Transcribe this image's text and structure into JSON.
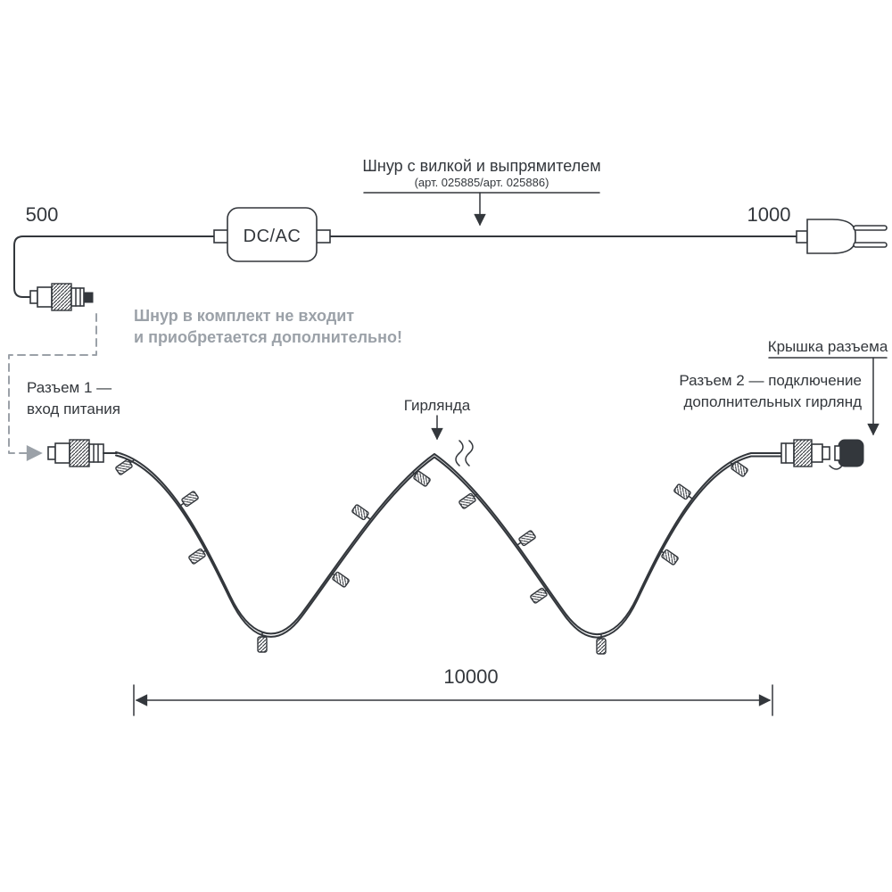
{
  "labels": {
    "title": "Шнур с вилкой и выпрямителем",
    "subtitle": "(арт. 025885/арт. 025886)",
    "dim_left": "500",
    "dim_right": "1000",
    "converter": "DC/AC",
    "note1": "Шнур в комплект не входит",
    "note2": "и приобретается дополнительно!",
    "conn1_l1": "Разъем 1 —",
    "conn1_l2": "вход питания",
    "garland": "Гирлянда",
    "conn2_l1": "Разъем 2 — подключение",
    "conn2_l2": "дополнительных гирлянд",
    "cap": "Крышка разъема",
    "dim_total": "10000"
  },
  "colors": {
    "line": "#33373c",
    "note_gray": "#9ba1a8",
    "background": "#ffffff"
  }
}
